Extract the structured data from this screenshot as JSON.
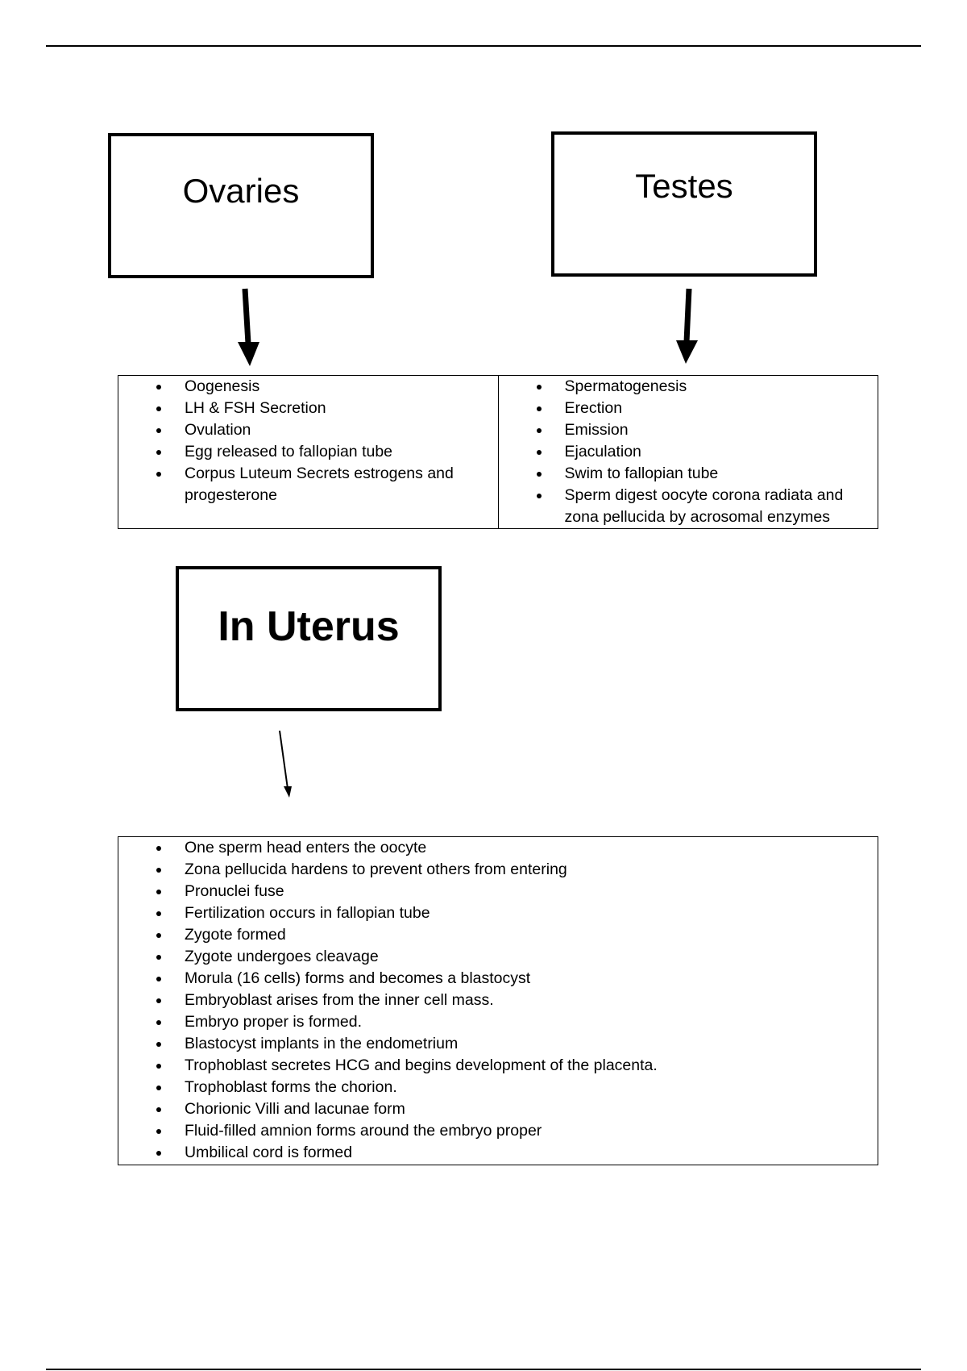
{
  "page": {
    "boxes": {
      "ovaries": "Ovaries",
      "testes": "Testes",
      "uterus": "In Uterus"
    },
    "ovaries_list": [
      "Oogenesis",
      "LH & FSH Secretion",
      "Ovulation",
      "Egg released to fallopian tube",
      "Corpus Luteum Secrets estrogens and progesterone"
    ],
    "testes_list": [
      "Spermatogenesis",
      "Erection",
      "Emission",
      "Ejaculation",
      "Swim to fallopian tube",
      "Sperm digest oocyte corona radiata and zona pellucida by acrosomal enzymes"
    ],
    "uterus_list": [
      "One sperm head enters the oocyte",
      "Zona pellucida hardens to prevent others from entering",
      "Pronuclei fuse",
      "Fertilization occurs in fallopian tube",
      "Zygote formed",
      "Zygote undergoes cleavage",
      "Morula (16 cells) forms and becomes a blastocyst",
      "Embryoblast arises from the inner cell mass.",
      "Embryo proper is formed.",
      "Blastocyst implants in the endometrium",
      "Trophoblast secretes HCG and begins development of the placenta.",
      "Trophoblast forms the chorion.",
      "Chorionic Villi and lacunae form",
      "Fluid-filled amnion forms around the embryo proper",
      "Umbilical cord is formed"
    ]
  }
}
